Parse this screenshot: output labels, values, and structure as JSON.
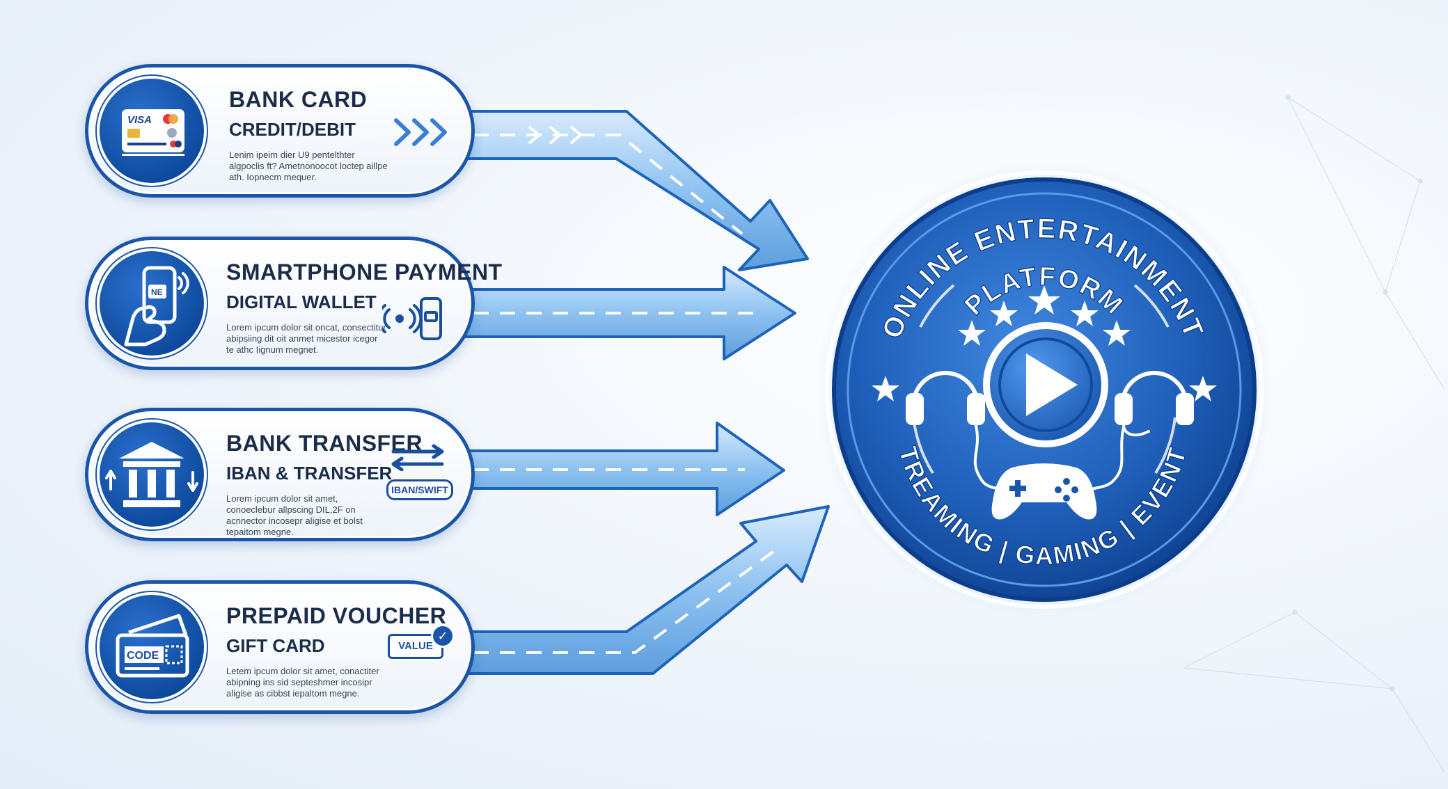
{
  "methods": [
    {
      "title": "BANK CARD",
      "subtitle": "CREDIT/DEBIT",
      "description": "Lenim ipeim dier U9 pentelthter algpoclis ft? Ametnonoocot loctep aillpe ath. Iopnecm mequer.",
      "icon": "credit-card-icon",
      "side_icon": "chevron-arrows-icon",
      "side_label": "",
      "arrow_label": ""
    },
    {
      "title": "SMARTPHONE PAYMENT",
      "subtitle": "DIGITAL WALLET",
      "description": "Lorem ipcum dolor sit oncat, consectitur abipsiing dit oit anmet micestor icegor te athc Iignum megnet.",
      "icon": "smartphone-hand-icon",
      "side_icon": "nfc-phone-icon",
      "side_label": "",
      "arrow_label": ""
    },
    {
      "title": "BANK TRANSFER",
      "subtitle": "IBAN & TRANSFER",
      "description": "Lorem ipcum dolor sit amet, conoeclebur allpscing DIL,2F on acnnector incosepr aligise et bolst tepaitom megne.",
      "icon": "bank-building-icon",
      "side_icon": "transfer-arrows-icon",
      "side_label": "IBAN/SWIFT",
      "arrow_label": ""
    },
    {
      "title": "PREPAID VOUCHER",
      "subtitle": "GIFT CARD",
      "description": "Letem ipcum dolor sit amet, conactiter abipning ins sid septeshmer incosipr aligise as cibbst iepaltom megne.",
      "icon": "voucher-code-icon",
      "side_icon": "value-tag-icon",
      "side_label": "VALUE",
      "arrow_label": ""
    }
  ],
  "platform": {
    "arc_top": "ONLINE ENTERTAINMENT",
    "arc_top2": "PLATFORM",
    "arc_bottom": "STREAMING | GAMING | EVENTS",
    "center_icon": "play-button-icon",
    "left_icon": "headphones-icon",
    "right_icon": "headset-icon",
    "bottom_icon": "gamepad-icon"
  },
  "icon_text": {
    "visa": "VISA",
    "nfc": "NE",
    "code": "CODE"
  },
  "colors": {
    "primary": "#1a55a8",
    "deep": "#0e3f8c",
    "light": "#7fb6ee",
    "arrow": "#9fcbf3",
    "text": "#1b2c48",
    "accent_orange": "#f2a23a",
    "accent_red": "#e33a3a"
  }
}
